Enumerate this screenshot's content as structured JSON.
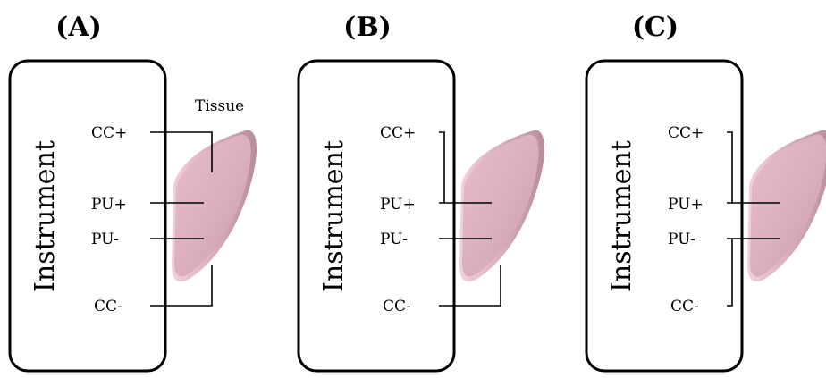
{
  "panels": [
    {
      "label": "(A)",
      "instrument": "Instrument",
      "terminals": {
        "cc_plus": "CC+",
        "pu_plus": "PU+",
        "pu_minus": "PU-",
        "cc_minus": "CC-"
      },
      "tissue_label": "Tissue"
    },
    {
      "label": "(B)",
      "instrument": "Instrument",
      "terminals": {
        "cc_plus": "CC+",
        "pu_plus": "PU+",
        "pu_minus": "PU-",
        "cc_minus": "CC-"
      }
    },
    {
      "label": "(C)",
      "instrument": "Instrument",
      "terminals": {
        "cc_plus": "CC+",
        "pu_plus": "PU+",
        "pu_minus": "PU-",
        "cc_minus": "CC-"
      }
    }
  ],
  "colors": {
    "tissue_fill": "#d9aebe",
    "tissue_edge": "#f0c6d6",
    "outline": "#000000"
  }
}
